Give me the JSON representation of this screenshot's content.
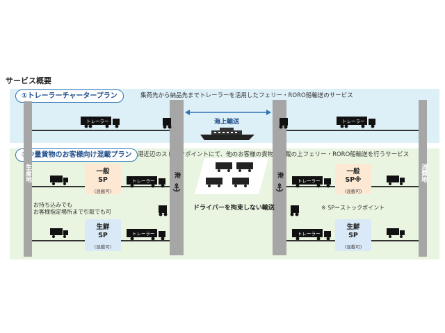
{
  "title": "サービス概要",
  "plan1": {
    "label": "①トレーラーチャータープラン",
    "description": "集荷先から納品先までトレーラーを活用したフェリー・RORO船輸送のサービス"
  },
  "plan2": {
    "label": "②少量貨物のお客様向け混載プラン",
    "description": "港近辺のストックポイントにて、他のお客様の貨物と混載の上フェリー・RORO船輸送を行うサービス"
  },
  "origin_label": "生産地",
  "destination_label": "消費地",
  "port_label": "港",
  "sea_transport_label": "海上輸送",
  "driver_label": "ドライバーを拘束しない輸送",
  "trailer_label": "トレーラー",
  "sp_boxes": {
    "general_left": {
      "name": "一般",
      "code": "SP",
      "sub": "(混載可)"
    },
    "fresh_left": {
      "name": "生鮮",
      "code": "SP",
      "sub": "(混載可)"
    },
    "general_right": {
      "name": "一般",
      "code": "SP※",
      "sub": "(混載可)"
    },
    "fresh_right": {
      "name": "生鮮",
      "code": "SP",
      "sub": "(混載可)"
    }
  },
  "carry_in_note": [
    "お持ち込みでも",
    "お客様指定場所まで引取でも可"
  ],
  "sp_note": "※ SP＝ストックポイント",
  "colors": {
    "band_blue": "#ddeff7",
    "band_green": "#e9f5e0",
    "accent_blue": "#2e74b5",
    "column_gray": "#a6a6a6",
    "sp_orange": "#fde8d4",
    "sp_blue": "#d9e9f7"
  },
  "icons": [
    "truck-icon",
    "trailer-truck-icon",
    "tractor-icon",
    "ferry-icon",
    "anchor-icon",
    "container-icon"
  ]
}
